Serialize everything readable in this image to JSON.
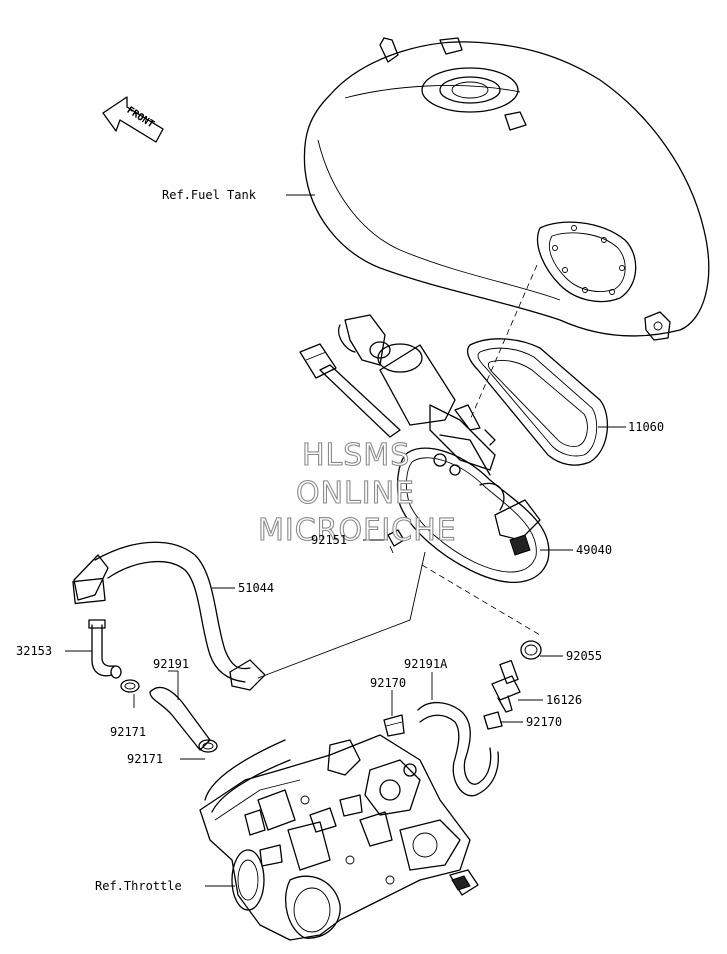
{
  "front_arrow_label": "FRONT",
  "watermark": [
    "HLSMS",
    "ONLINE",
    "MICROFICHE"
  ],
  "labels": {
    "ref_fuel_tank": "Ref.Fuel Tank",
    "p11060": "11060",
    "p92151": "92151",
    "p49040": "49040",
    "p51044": "51044",
    "p32153": "32153",
    "p92191": "92191",
    "p92055": "92055",
    "p92191a": "92191A",
    "p92170a": "92170",
    "p16126": "16126",
    "p92170b": "92170",
    "p92171a": "92171",
    "p92171b": "92171",
    "ref_throttle": "Ref.Throttle"
  }
}
